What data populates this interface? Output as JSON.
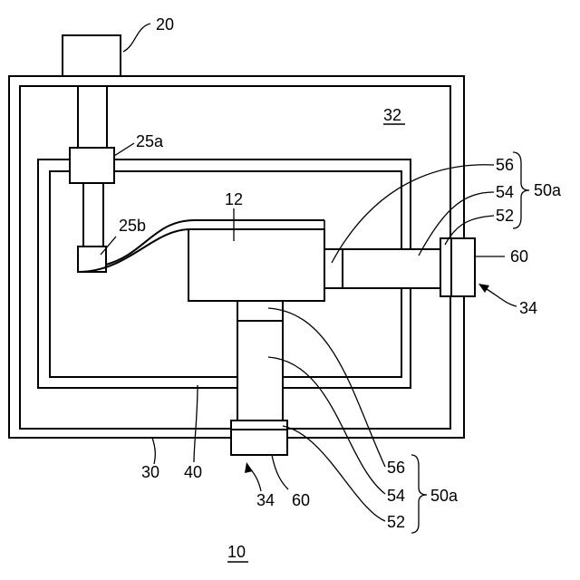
{
  "figure_number": "10",
  "labels": {
    "controller": "20",
    "chamber": "32",
    "joint_upper": "25a",
    "joint_lower": "25b",
    "object": "12",
    "housing": "30",
    "frame": "40",
    "port_right": "34",
    "port_bottom": "34",
    "flange_right": "60",
    "flange_bottom": "60",
    "right_part_56": "56",
    "right_part_54": "54",
    "right_part_52": "52",
    "right_group": "50a",
    "bottom_part_56": "56",
    "bottom_part_54": "54",
    "bottom_part_52": "52",
    "bottom_group": "50a"
  }
}
